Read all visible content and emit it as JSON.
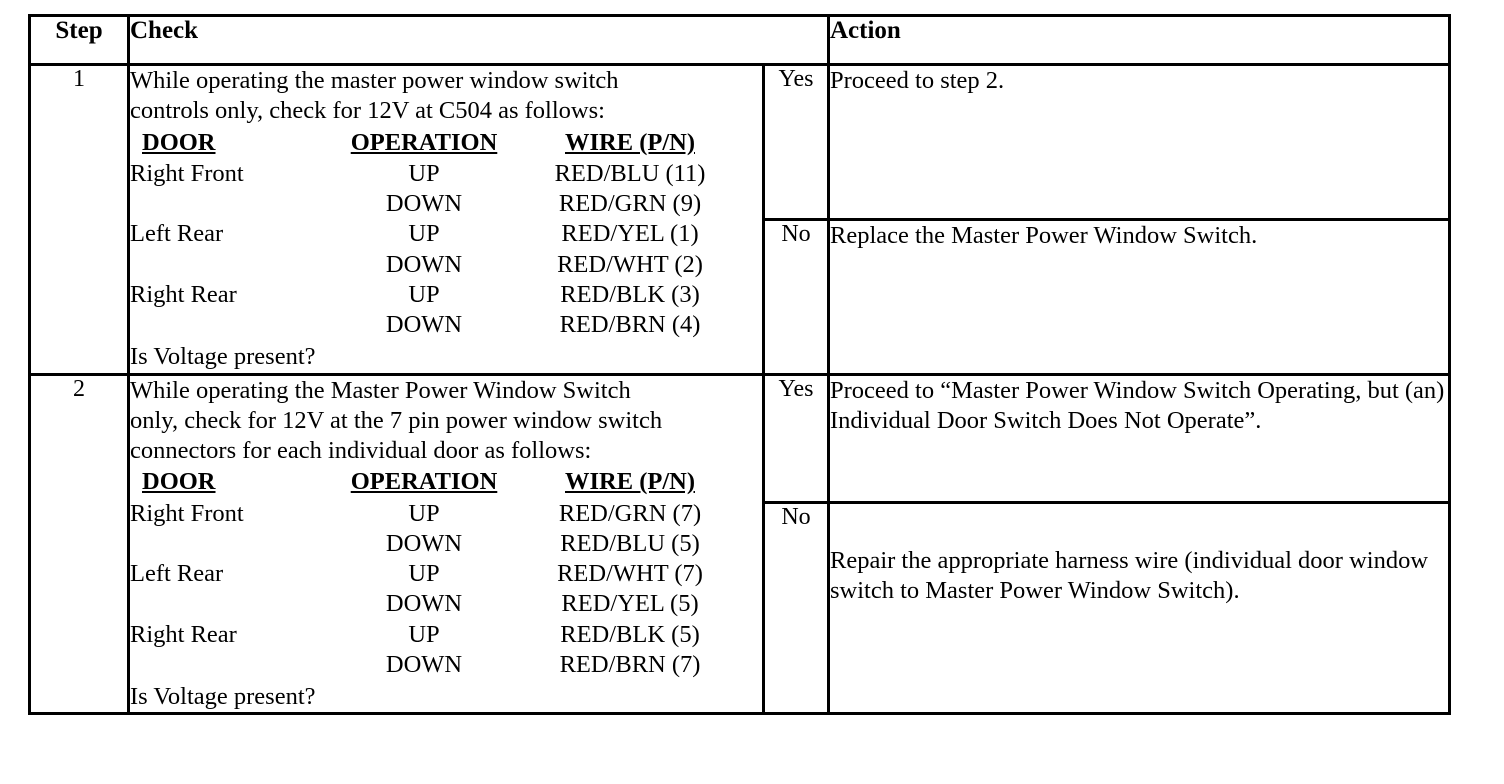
{
  "table": {
    "headers": {
      "step": "Step",
      "check": "Check",
      "action": "Action"
    },
    "wire_columns": {
      "door": "DOOR",
      "operation": "OPERATION",
      "wire": "WIRE (P/N)"
    },
    "rows": [
      {
        "step": "1",
        "check": {
          "intro": [
            "While operating the master power window switch",
            "controls only, check for 12V at C504 as follows:"
          ],
          "wires": [
            {
              "door": "Right Front",
              "operation": "UP",
              "wire": "RED/BLU (11)"
            },
            {
              "door": "",
              "operation": "DOWN",
              "wire": "RED/GRN (9)"
            },
            {
              "door": "Left Rear",
              "operation": "UP",
              "wire": "RED/YEL (1)"
            },
            {
              "door": "",
              "operation": "DOWN",
              "wire": "RED/WHT (2)"
            },
            {
              "door": "Right Rear",
              "operation": "UP",
              "wire": "RED/BLK (3)"
            },
            {
              "door": "",
              "operation": "DOWN",
              "wire": "RED/BRN (4)"
            }
          ],
          "question": "Is Voltage present?"
        },
        "outcomes": [
          {
            "label": "Yes",
            "action": "Proceed to step 2."
          },
          {
            "label": "No",
            "action": "Replace the Master Power Window Switch."
          }
        ]
      },
      {
        "step": "2",
        "check": {
          "intro": [
            "While operating the Master Power Window Switch",
            "only, check for 12V at the 7 pin power window switch",
            "connectors for each individual door as follows:"
          ],
          "wires": [
            {
              "door": "Right Front",
              "operation": "UP",
              "wire": "RED/GRN (7)"
            },
            {
              "door": "",
              "operation": "DOWN",
              "wire": "RED/BLU (5)"
            },
            {
              "door": "Left Rear",
              "operation": "UP",
              "wire": "RED/WHT (7)"
            },
            {
              "door": "",
              "operation": "DOWN",
              "wire": "RED/YEL (5)"
            },
            {
              "door": "Right Rear",
              "operation": "UP",
              "wire": "RED/BLK (5)"
            },
            {
              "door": "",
              "operation": "DOWN",
              "wire": "RED/BRN (7)"
            }
          ],
          "question": "Is Voltage present?"
        },
        "outcomes": [
          {
            "label": "Yes",
            "action": "Proceed to “Master Power Window Switch Operating, but (an) Individual Door Switch Does Not Operate”."
          },
          {
            "label": "No",
            "action": "Repair the appropriate harness wire (individual door window switch to Master Power Window Switch)."
          }
        ]
      }
    ]
  }
}
